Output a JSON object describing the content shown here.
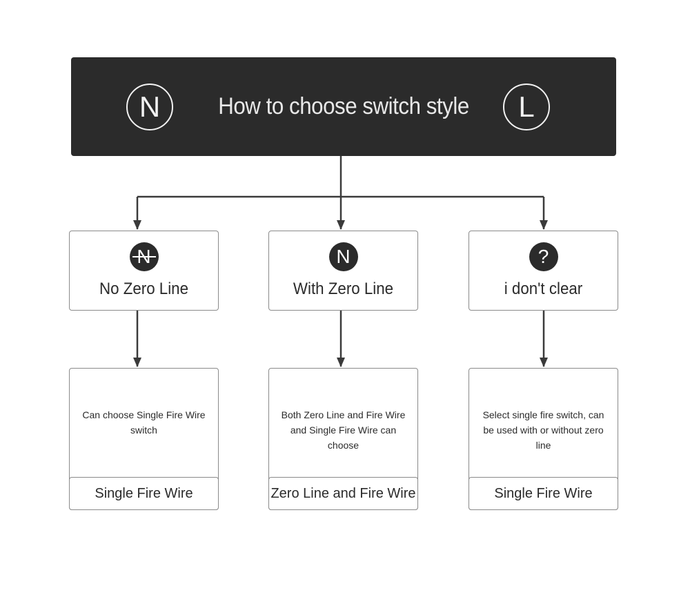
{
  "header": {
    "title": "How to choose switch style",
    "left_symbol": "N",
    "right_symbol": "L"
  },
  "columns": [
    {
      "badge": "N",
      "badge_icon": "neutral-crossed-icon",
      "label": "No Zero Line",
      "description": "Can choose Single Fire Wire switch",
      "result": "Single Fire Wire"
    },
    {
      "badge": "N",
      "badge_icon": "neutral-icon",
      "label": "With Zero Line",
      "description": "Both Zero Line and Fire Wire and Single Fire Wire can choose",
      "result": "Zero Line and Fire Wire"
    },
    {
      "badge": "?",
      "badge_icon": "question-icon",
      "label": "i don't clear",
      "description": "Select single fire switch, can be used with or without zero line",
      "result": "Single Fire Wire"
    }
  ],
  "colors": {
    "header_bg": "#2b2b2b",
    "header_text": "#e8e8e8",
    "line": "#3a3a3a",
    "box_border": "#8a8a8a"
  }
}
